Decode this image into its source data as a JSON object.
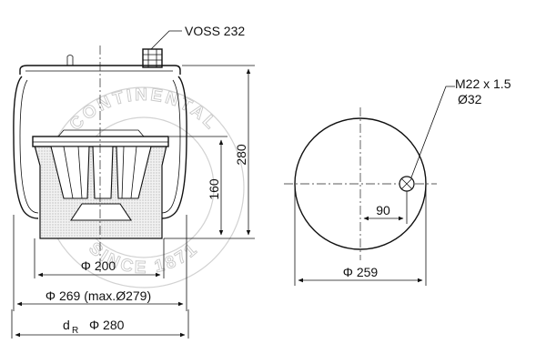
{
  "labels": {
    "valve": "VOSS 232",
    "thread": "M22 x 1.5",
    "thread_diameter": "Ø32",
    "height_total": "280",
    "height_piston": "160",
    "piston_diameter": "Φ 200",
    "bellows_diameter": "Φ 269 (max.Ø279)",
    "dr_prefix": "d",
    "dr_sub": "R",
    "dr_value": "Φ 280",
    "plate_diameter": "Φ 259",
    "offset": "90"
  },
  "watermark": {
    "top": "CONTINENTAL",
    "bottom": "SINCE 1871"
  },
  "colors": {
    "line": "#111111",
    "watermark": "#c9c9c9"
  }
}
